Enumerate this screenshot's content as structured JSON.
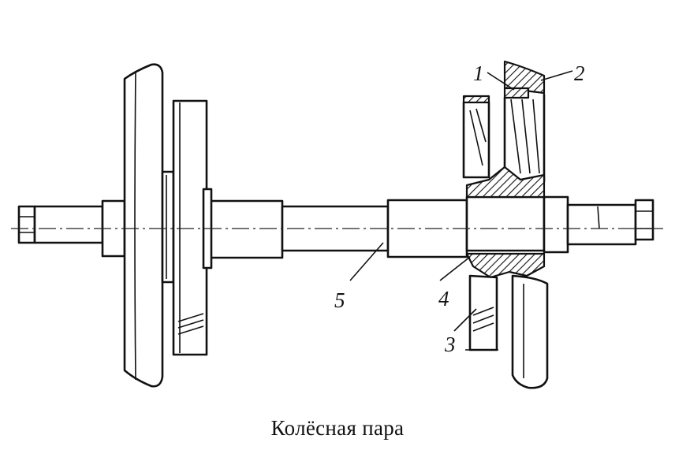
{
  "caption": "Колёсная пара",
  "callouts": {
    "c1": "1",
    "c2": "2",
    "c3": "3",
    "c4": "4",
    "c5": "5"
  }
}
